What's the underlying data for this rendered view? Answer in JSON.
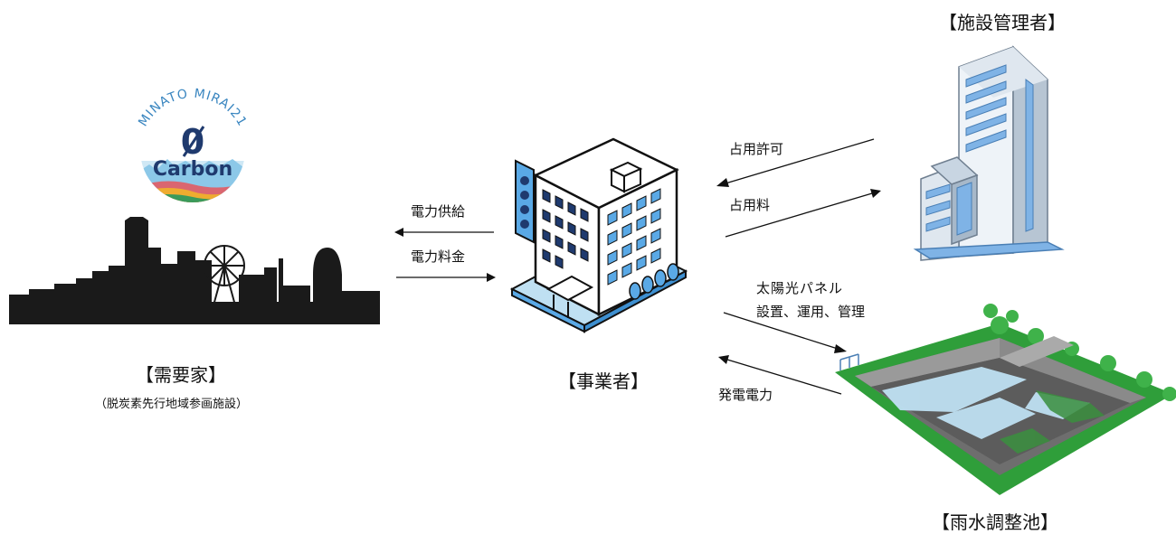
{
  "nodes": {
    "demand": {
      "label": "【需要家】",
      "sublabel": "（脱炭素先行地域参画施設）",
      "logo": {
        "top_text": "MINATO MIRAI21",
        "zero": "0",
        "word": "Carbon"
      }
    },
    "operator": {
      "label": "【事業者】"
    },
    "facility_manager": {
      "label": "【施設管理者】"
    },
    "pond": {
      "label": "【雨水調整池】"
    }
  },
  "edges": {
    "power_supply": "電力供給",
    "power_fee": "電力料金",
    "occupancy_permit": "占用許可",
    "occupancy_fee": "占用料",
    "solar_line1": "太陽光パネル",
    "solar_line2": "設置、運用、管理",
    "generated_power": "発電電力"
  },
  "colors": {
    "silhouette": "#1a1a1a",
    "logo_blue": "#4fa3d1",
    "logo_navy": "#1f3a6e",
    "building_blue": "#5aa9e6",
    "tower_blue": "#7fb3e6",
    "grass": "#2f9e3a",
    "water": "#bfe0f2"
  }
}
